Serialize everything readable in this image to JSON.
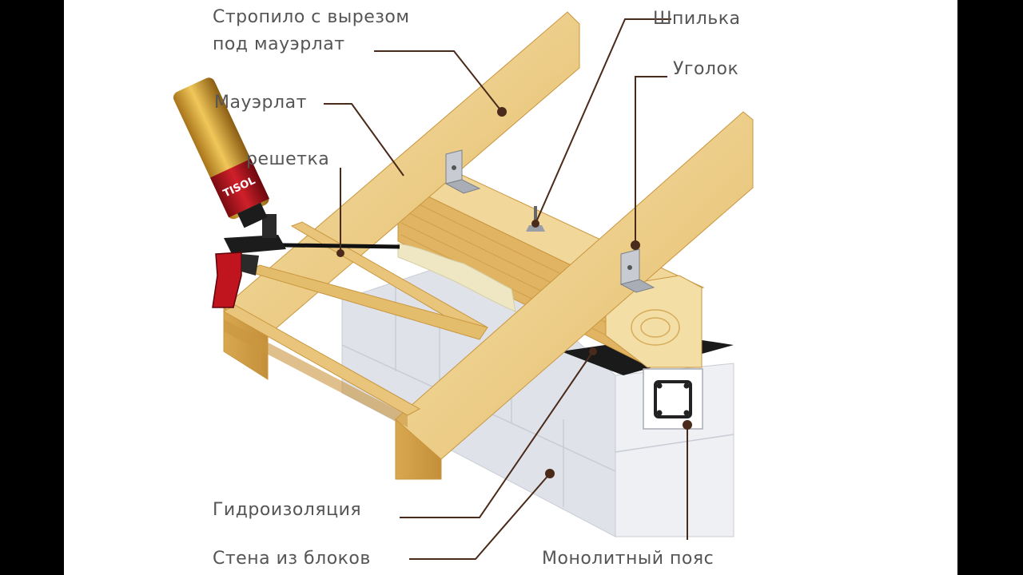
{
  "labels": {
    "rafter_line1": "Стропило с вырезом",
    "rafter_line2": "под мауэрлат",
    "stud": "Шпилька",
    "angle": "Уголок",
    "mauerlat": "Мауэрлат",
    "lathing": "решетка",
    "waterproofing": "Гидроизоляция",
    "block_wall": "Стена из блоков",
    "monolithic_belt": "Монолитный пояс"
  },
  "foam_can": {
    "brand_text": "TISOL"
  },
  "colors": {
    "wood_light": "#f1d79a",
    "wood_mid": "#e4bd6c",
    "wood_dark": "#c9963f",
    "block_light": "#eef0f4",
    "block_mid": "#dfe2e8",
    "block_shadow": "#c9ccd4",
    "leader_line": "#4a2a1a",
    "label_text": "#555555"
  }
}
